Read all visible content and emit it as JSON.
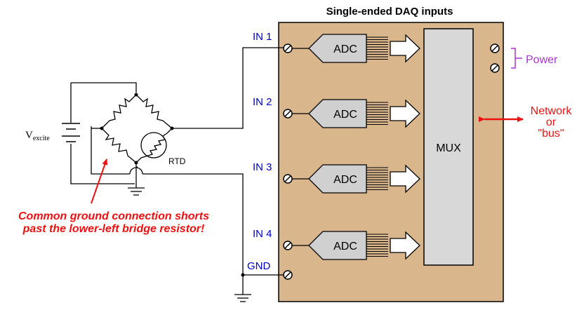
{
  "title": "Single-ended DAQ inputs",
  "inputs": [
    "IN 1",
    "IN 2",
    "IN 3",
    "IN 4"
  ],
  "gnd_label": "GND",
  "adc_label": "ADC",
  "mux_label": "MUX",
  "power_label": "Power",
  "network_label": [
    "Network",
    "or",
    "\"bus\""
  ],
  "vexcite": {
    "main": "V",
    "sub": "excite"
  },
  "rtd_label": "RTD",
  "warning": [
    "Common ground connection shorts",
    "past the lower-left bridge resistor!"
  ],
  "colors": {
    "daq_body": "#d9b68c",
    "adc_fill": "#d0d0d0",
    "mux_fill": "#d8d8d8",
    "input_labels": "#0000cc",
    "power": "#aa33cc",
    "network": "#ee1111",
    "warning": "#ee1111"
  }
}
